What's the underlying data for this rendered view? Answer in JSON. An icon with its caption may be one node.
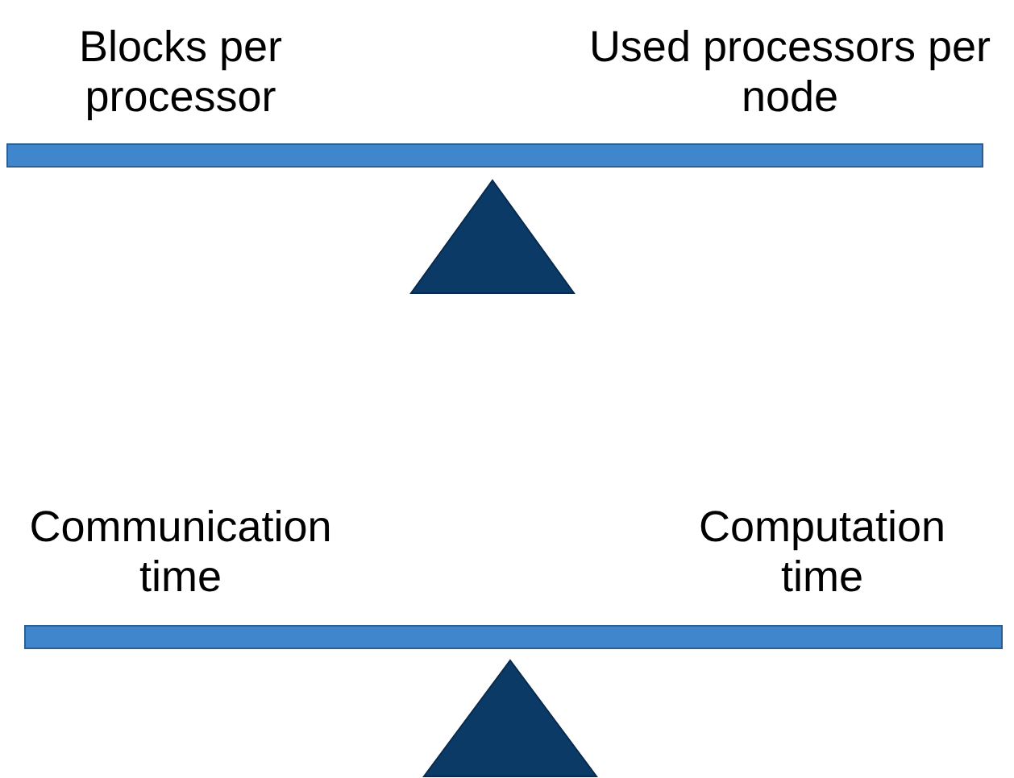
{
  "diagram": {
    "labels": [
      "Blocks per processor",
      "Used processors per node",
      "Communication time",
      "Computation time"
    ]
  }
}
